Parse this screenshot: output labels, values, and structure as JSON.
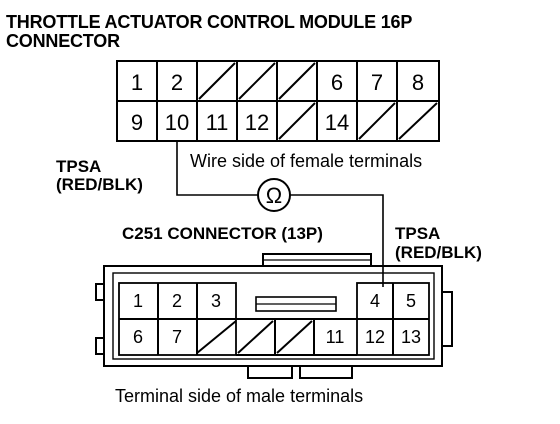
{
  "title_line1": "THROTTLE ACTUATOR CONTROL MODULE 16P",
  "title_line2": "CONNECTOR",
  "top_connector": {
    "row1": [
      "1",
      "2",
      "",
      "",
      "",
      "6",
      "7",
      "8"
    ],
    "row2": [
      "9",
      "10",
      "11",
      "12",
      "",
      "14",
      "",
      ""
    ],
    "caption": "Wire side of female terminals"
  },
  "left_wire_label": {
    "line1": "TPSA",
    "line2": "(RED/BLK)"
  },
  "meter_symbol": "Ω",
  "c251_label": "C251 CONNECTOR (13P)",
  "right_wire_label": {
    "line1": "TPSA",
    "line2": "(RED/BLK)"
  },
  "bottom_connector": {
    "row1": [
      "1",
      "2",
      "3",
      "",
      "4",
      "5"
    ],
    "row2": [
      "6",
      "7",
      "",
      "",
      "11",
      "12",
      "13"
    ],
    "caption": "Terminal side of male terminals"
  }
}
